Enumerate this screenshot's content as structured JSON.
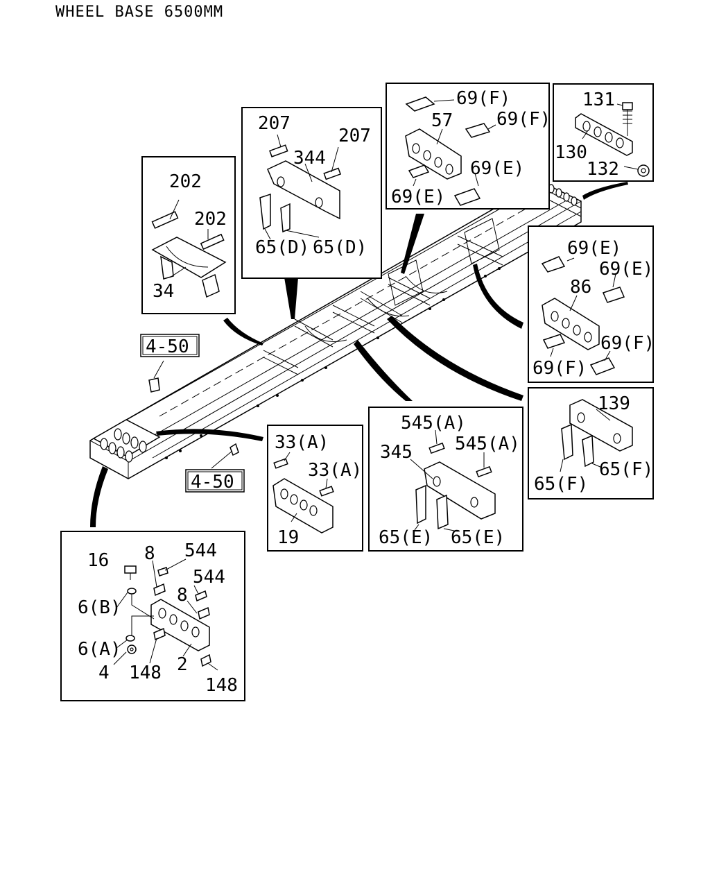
{
  "title": "WHEEL BASE 6500MM",
  "refs": {
    "ref_left": "4-50",
    "ref_bottom": "4-50"
  },
  "boxes": {
    "box_34": {
      "labels": [
        "202",
        "202",
        "34"
      ]
    },
    "box_344": {
      "labels": [
        "207",
        "207",
        "344",
        "65(D)",
        "65(D)"
      ]
    },
    "box_57": {
      "labels": [
        "69(F)",
        "57",
        "69(F)",
        "69(E)",
        "69(E)"
      ]
    },
    "box_130": {
      "labels": [
        "131",
        "130",
        "132"
      ]
    },
    "box_86": {
      "labels": [
        "69(E)",
        "69(E)",
        "86",
        "69(F)",
        "69(F)"
      ]
    },
    "box_139": {
      "labels": [
        "139",
        "65(F)",
        "65(F)"
      ]
    },
    "box_345": {
      "labels": [
        "545(A)",
        "545(A)",
        "345",
        "65(E)",
        "65(E)"
      ]
    },
    "box_19": {
      "labels": [
        "33(A)",
        "33(A)",
        "19"
      ]
    },
    "box_2": {
      "labels": [
        "16",
        "8",
        "544",
        "544",
        "8",
        "6(B)",
        "6(A)",
        "4",
        "148",
        "2",
        "148"
      ]
    }
  }
}
